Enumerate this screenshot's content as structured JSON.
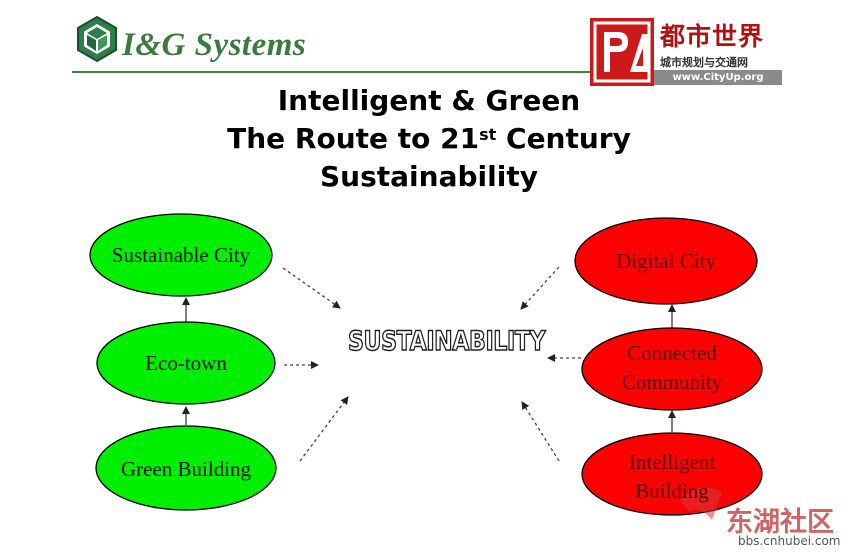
{
  "header": {
    "logo_text": "I&G Systems",
    "partner_logo": {
      "name": "都市世界",
      "subtitle": "城市规划与交通网",
      "url": "www.CityUp.org"
    }
  },
  "title": {
    "line1": "Intelligent & Green",
    "line2_prefix": "The Route to 21",
    "line2_sup": "st",
    "line2_suffix": " Century",
    "line3": "Sustainability"
  },
  "center": {
    "label": "SUSTAINABILITY"
  },
  "green_nodes": [
    {
      "label": "Sustainable City"
    },
    {
      "label": "Eco-town"
    },
    {
      "label": "Green Building"
    }
  ],
  "red_nodes": [
    {
      "label": "Digital City"
    },
    {
      "label": "Connected Community"
    },
    {
      "label": "Intelligent Building"
    }
  ],
  "watermark": {
    "text": "东湖社区",
    "url": "bbs.cnhubei.com"
  },
  "colors": {
    "green_node": "#00ee00",
    "red_node": "#ff0000",
    "brand_green": "#3a7a3e",
    "partner_red": "#b01010"
  }
}
